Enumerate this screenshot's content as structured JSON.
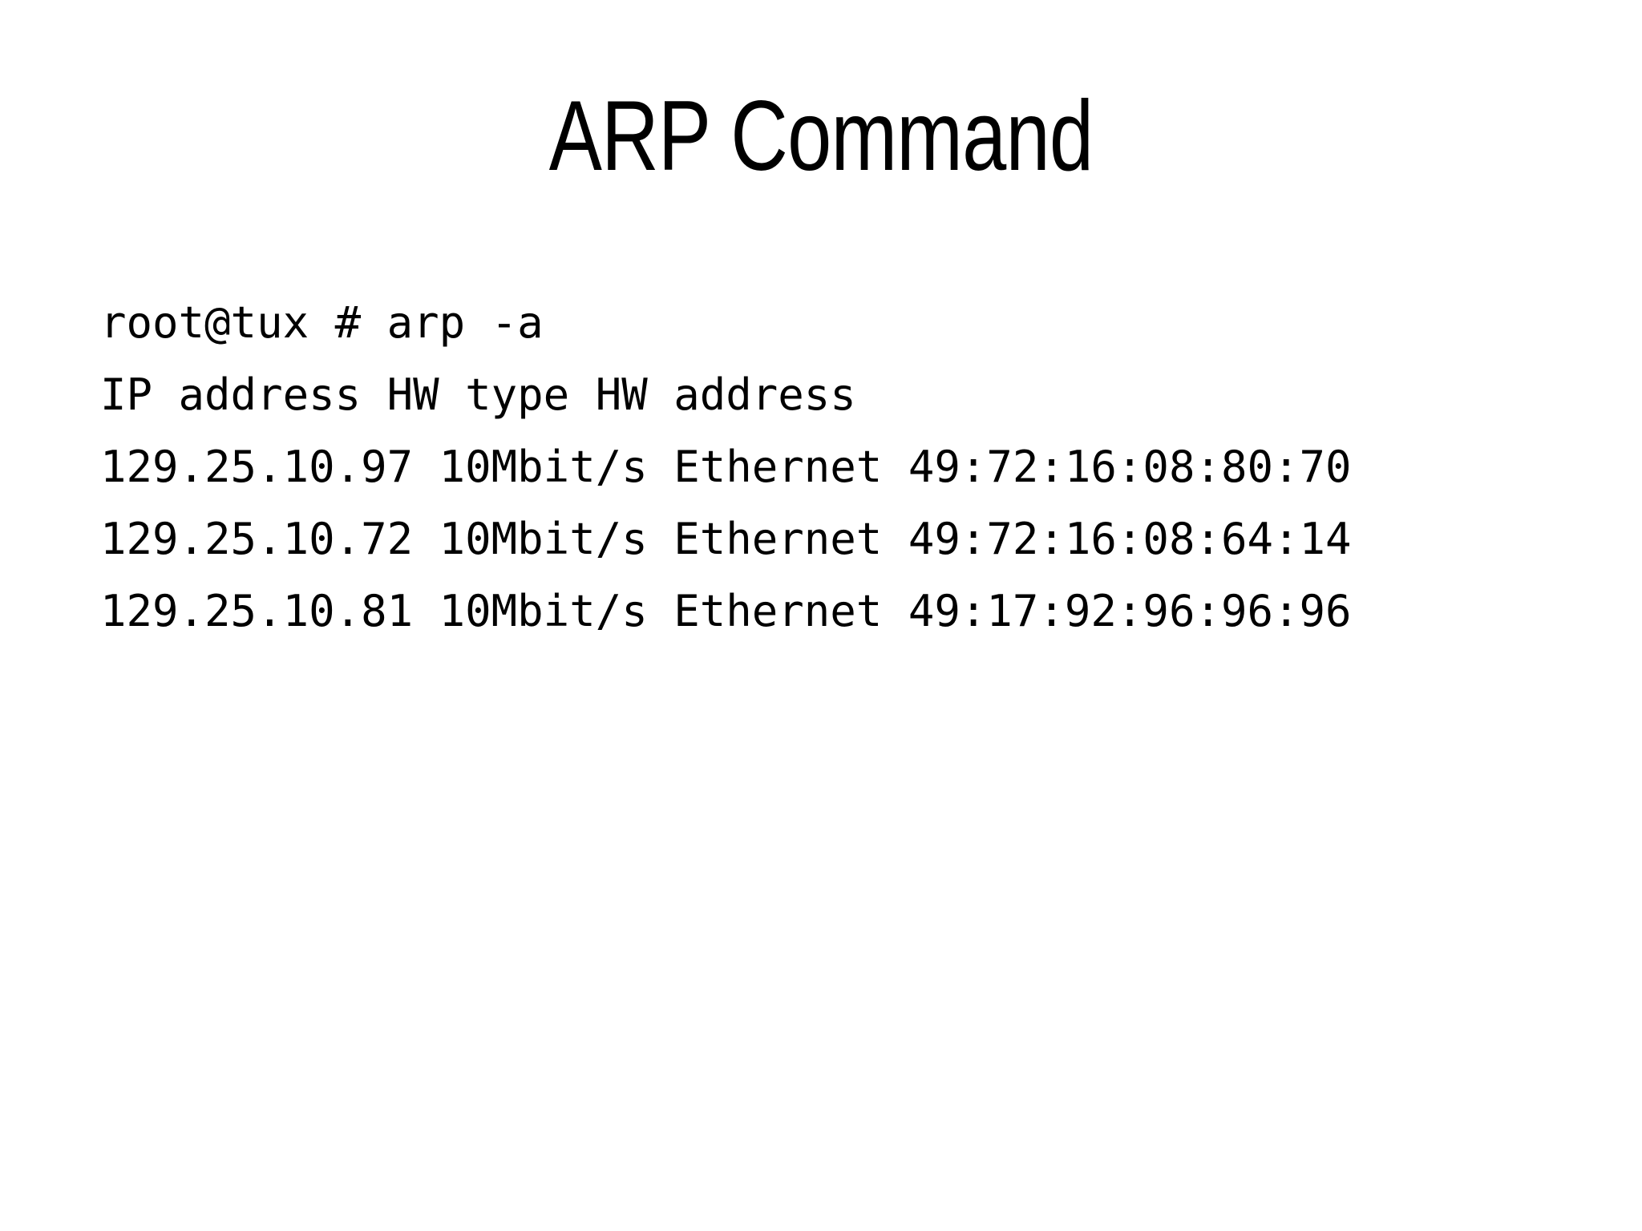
{
  "slide": {
    "title": "ARP Command",
    "background_color": "#ffffff",
    "text_color": "#000000"
  },
  "terminal": {
    "prompt_line": "root@tux # arp -a",
    "header_line": "IP address HW type HW address",
    "columns": [
      "IP address",
      "HW type",
      "HW address"
    ],
    "entries": [
      {
        "line": "129.25.10.97 10Mbit/s Ethernet 49:72:16:08:80:70",
        "ip_address": "129.25.10.97",
        "hw_type": "10Mbit/s Ethernet",
        "hw_address": "49:72:16:08:80:70"
      },
      {
        "line": "129.25.10.72 10Mbit/s Ethernet 49:72:16:08:64:14",
        "ip_address": "129.25.10.72",
        "hw_type": "10Mbit/s Ethernet",
        "hw_address": "49:72:16:08:64:14"
      },
      {
        "line": "129.25.10.81 10Mbit/s Ethernet 49:17:92:96:96:96",
        "ip_address": "129.25.10.81",
        "hw_type": "10Mbit/s Ethernet",
        "hw_address": "49:17:92:96:96:96"
      }
    ]
  }
}
